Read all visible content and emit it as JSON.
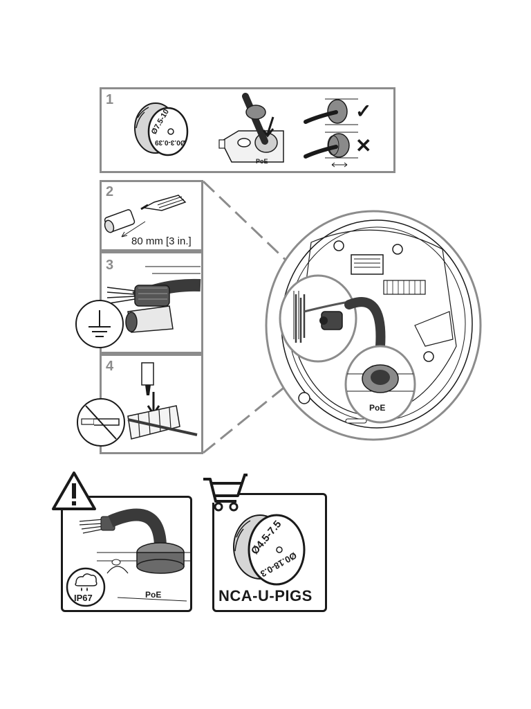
{
  "steps": [
    {
      "number": "1"
    },
    {
      "number": "2",
      "length_label": "80 mm [3 in.]"
    },
    {
      "number": "3"
    },
    {
      "number": "4"
    }
  ],
  "step1": {
    "grommet_size_front": "Ø7.5-10",
    "grommet_size_back": "Ø0.3-0.39",
    "port_label": "PoE",
    "correct_mark": "✓",
    "wrong_mark": "✕"
  },
  "main_view": {
    "port_label": "PoE"
  },
  "warning_panel": {
    "port_label": "PoE",
    "rating": "IP67"
  },
  "accessory_panel": {
    "grommet_size_front": "Ø4.5-7.5",
    "grommet_size_back": "Ø0.18-0.3",
    "part_number": "NCA-U-PIGS"
  },
  "colors": {
    "frame_gray": "#8c8c8c",
    "ink": "#1a1a1a",
    "cable": "#3a3a3a"
  }
}
